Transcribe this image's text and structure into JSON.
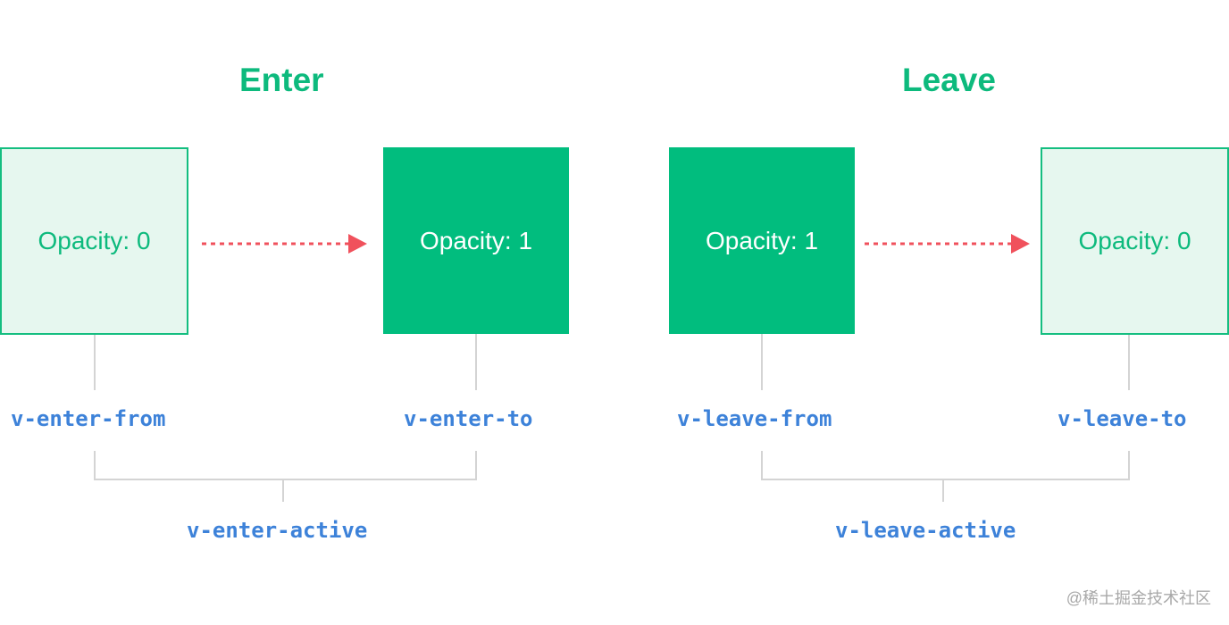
{
  "enter": {
    "title": "Enter",
    "from_box_text": "Opacity: 0",
    "to_box_text": "Opacity: 1",
    "from_class": "v-enter-from",
    "to_class": "v-enter-to",
    "active_class": "v-enter-active"
  },
  "leave": {
    "title": "Leave",
    "from_box_text": "Opacity: 1",
    "to_box_text": "Opacity: 0",
    "from_class": "v-leave-from",
    "to_class": "v-leave-to",
    "active_class": "v-leave-active"
  },
  "watermark": "@稀土掘金技术社区",
  "colors": {
    "accent_green": "#00bd7e",
    "light_green_fill": "#e6f7ef",
    "label_blue": "#3d82d9",
    "arrow_red": "#f0515c",
    "connector_gray": "#d4d4d4"
  }
}
